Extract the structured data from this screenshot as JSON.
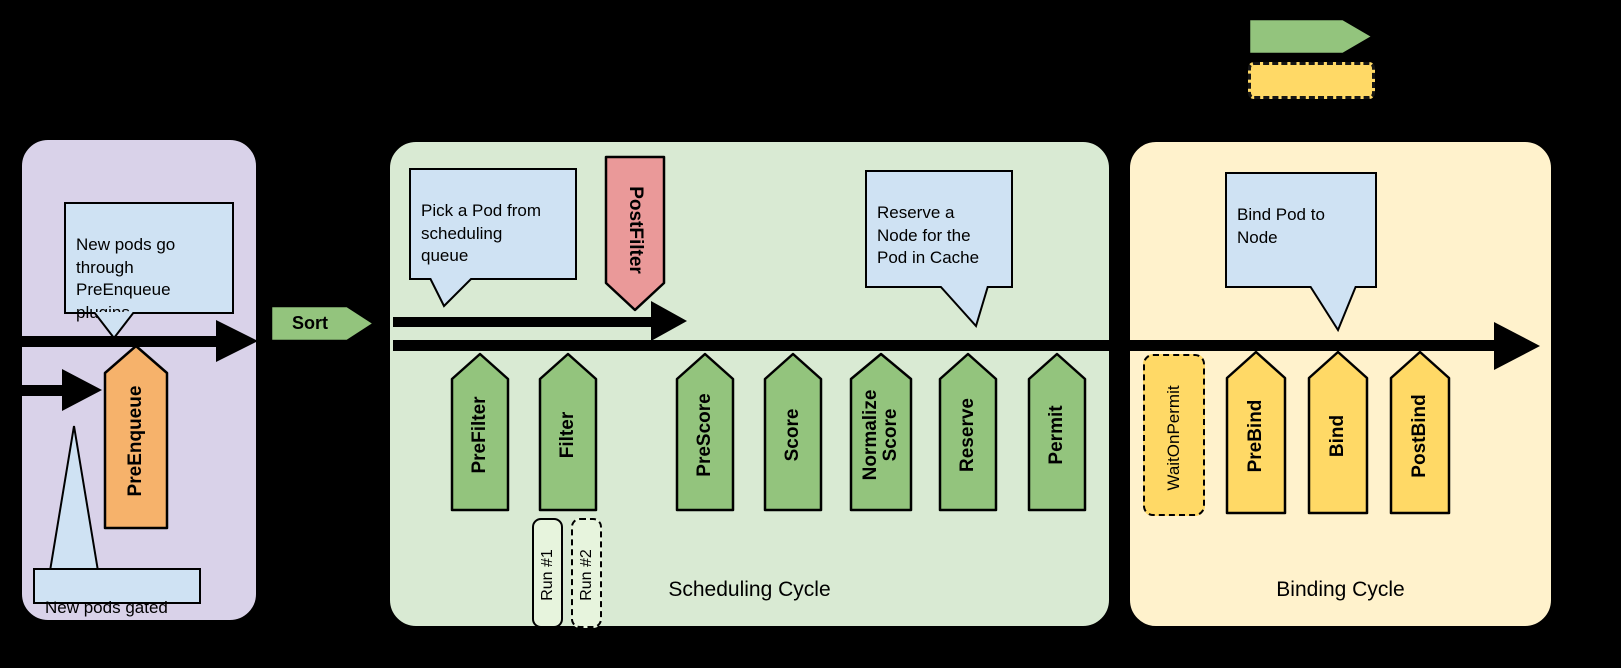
{
  "colors": {
    "background": "#000000",
    "purple_panel": "#d9d2e9",
    "green_panel": "#d9ead3",
    "yellow_panel": "#fff2cc",
    "callout": "#cfe2f3",
    "green_shape": "#93c47d",
    "orange_shape": "#f6b26b",
    "red_shape": "#ea9999",
    "yellow_shape": "#ffd966"
  },
  "legend": {
    "items": [
      {
        "icon": "solid-arrow-shape",
        "color": "#93c47d"
      },
      {
        "icon": "dashed-rect-shape",
        "color": "#ffd966"
      }
    ]
  },
  "queue_section": {
    "callout_top": "New pods go\nthrough\nPreEnqueue\nplugins",
    "extension": "PreEnqueue",
    "callout_bottom": "New pods gated"
  },
  "sort_arrow": {
    "label": "Sort"
  },
  "scheduling_cycle": {
    "title": "Scheduling Cycle",
    "callout_pick": "Pick a Pod from\nscheduling\nqueue",
    "callout_reserve": "Reserve a\nNode for the\nPod in Cache",
    "postfilter": "PostFilter",
    "extensions": [
      "PreFilter",
      "Filter",
      "PreScore",
      "Score",
      "Normalize\nScore",
      "Reserve",
      "Permit"
    ],
    "runs": [
      "Run #1",
      "Run #2"
    ]
  },
  "binding_cycle": {
    "title": "Binding Cycle",
    "callout_bind": "Bind Pod to\nNode",
    "wait_on_permit": "WaitOnPermit",
    "extensions": [
      "PreBind",
      "Bind",
      "PostBind"
    ]
  }
}
